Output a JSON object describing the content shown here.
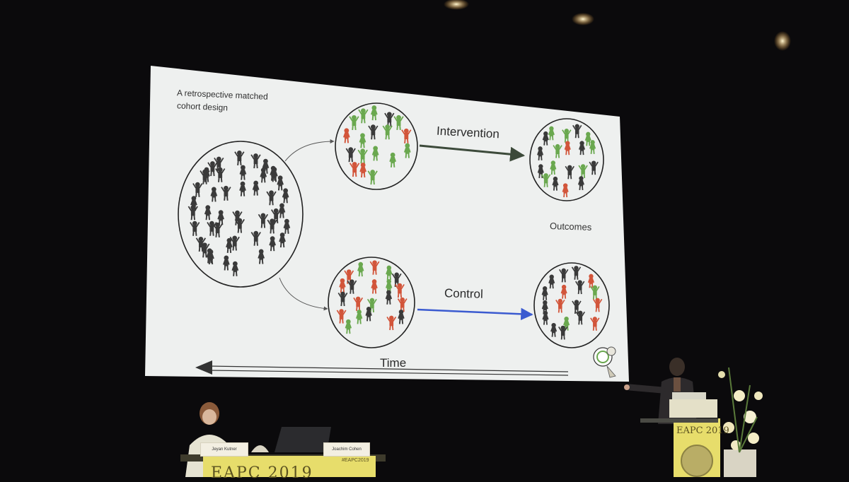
{
  "slide": {
    "subtitle_line1": "A retrospective matched",
    "subtitle_line2": "cohort design",
    "intervention_label": "Intervention",
    "control_label": "Control",
    "outcomes_label": "Outcomes",
    "time_label": "Time"
  },
  "stage": {
    "nameplate_left": "Jeyan Kutner",
    "nameplate_right": "Joachim Cohen",
    "desk_banner": "EAPC 2019",
    "desk_hashtag": "#EAPC2019",
    "podium_banner": "EAPC 2019"
  },
  "colors": {
    "background": "#0b0a0c",
    "screen": "#eef0ef",
    "figure_gray": "#3a3a3a",
    "figure_green": "#6aa84f",
    "figure_red": "#d2553a",
    "intervention_arrow": "#3c4a3a",
    "control_arrow": "#3b5bd0",
    "banner_yellow": "#e7dd6b"
  }
}
